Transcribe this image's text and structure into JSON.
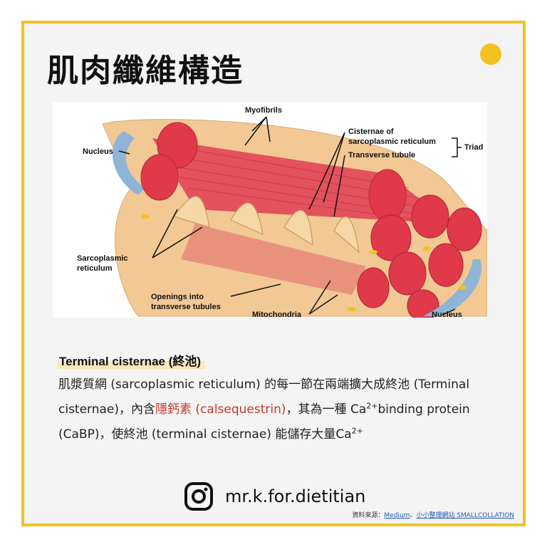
{
  "title": "肌肉纖維構造",
  "diagram": {
    "labels": {
      "myofibrils": "Myofibrils",
      "cisternae_line1": "Cisternae of",
      "cisternae_line2": "sarcoplasmic reticulum",
      "triad": "Triad",
      "transverse_tubule": "Transverse tubule",
      "nucleus_left": "Nucleus",
      "sarco_line1": "Sarcoplasmic",
      "sarco_line2": "reticulum",
      "openings_line1": "Openings into",
      "openings_line2": "transverse tubules",
      "mitochondria": "Mitochondria",
      "nucleus_right": "Nucleus"
    }
  },
  "section": {
    "heading": "Terminal cisternae (終池)",
    "p1": "肌漿質網 (sarcoplasmic reticulum) 的每一節在兩端擴大成終池 (Terminal cisternae)，內含",
    "highlight": "隱鈣素 (calsequestrin)",
    "p2": "，其為一種 Ca",
    "sup1": "2+",
    "p3": "binding protein (CaBP)，使終池 (terminal cisternae) 能儲存大量Ca",
    "sup2": "2+"
  },
  "footer": {
    "instagram_icon": "instagram-icon",
    "handle": "mr.k.for.dietitian",
    "source_prefix": "資料來源：",
    "source_link1": "Medium",
    "source_sep": "、",
    "source_link2": "小小整理網站 SMALLCOLLATION"
  },
  "colors": {
    "frame": "#f3c221",
    "muscle": "#e0394a",
    "fiber_tan": "#f2c995",
    "nucleus": "#8fb4d6",
    "highlight_text": "#c0392b"
  }
}
